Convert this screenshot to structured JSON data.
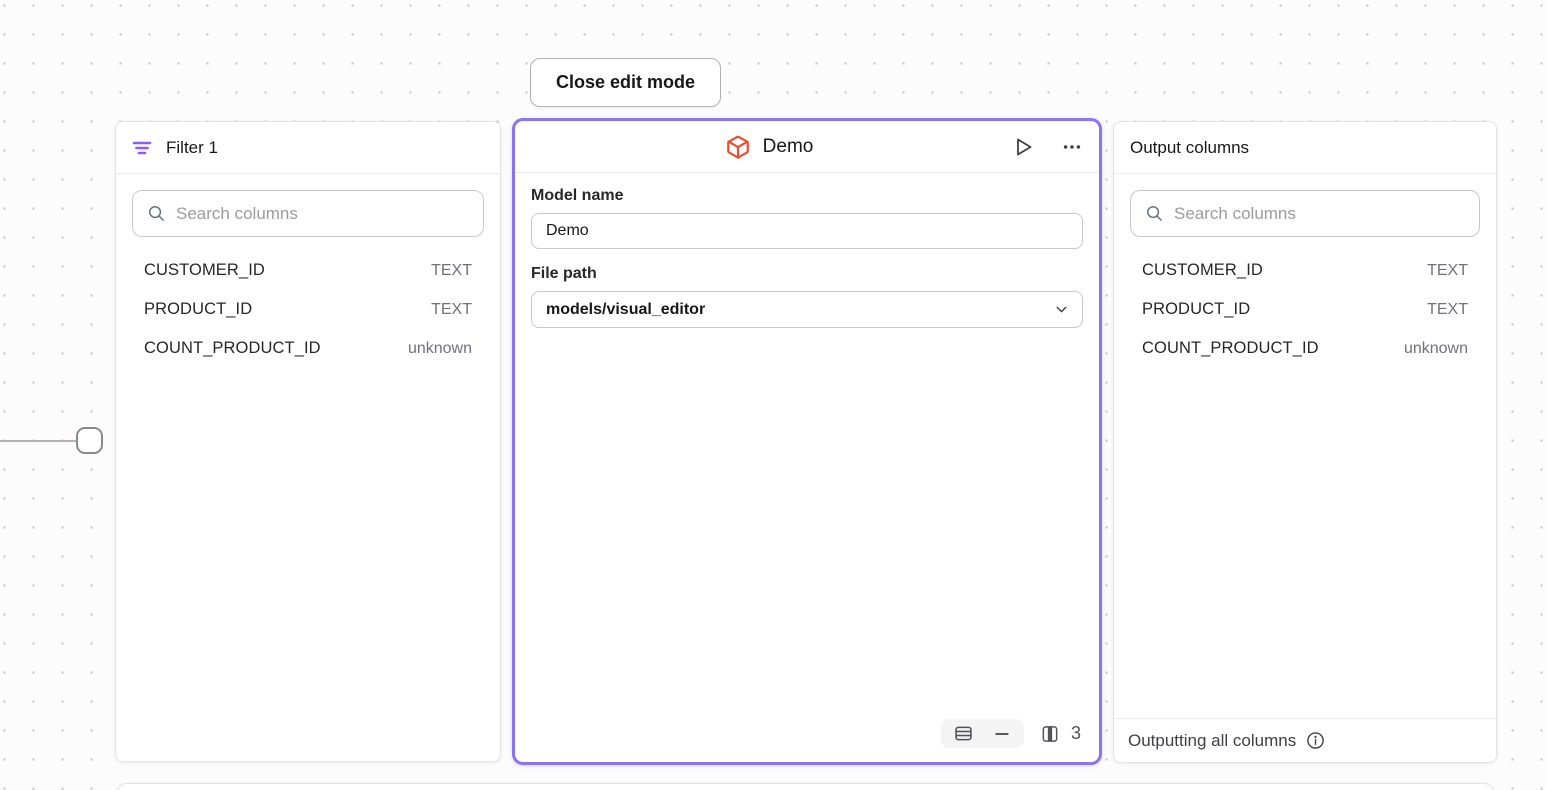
{
  "edit_bar": {
    "close_button_label": "Close edit mode"
  },
  "filter_panel": {
    "title": "Filter 1",
    "search_placeholder": "Search columns",
    "columns": [
      {
        "name": "CUSTOMER_ID",
        "type": "TEXT"
      },
      {
        "name": "PRODUCT_ID",
        "type": "TEXT"
      },
      {
        "name": "COUNT_PRODUCT_ID",
        "type": "unknown"
      }
    ]
  },
  "model_panel": {
    "title": "Demo",
    "model_name": {
      "label": "Model name",
      "value": "Demo"
    },
    "file_path": {
      "label": "File path",
      "value": "models/visual_editor"
    },
    "footer": {
      "column_count": "3"
    }
  },
  "output_panel": {
    "title": "Output columns",
    "search_placeholder": "Search columns",
    "columns": [
      {
        "name": "CUSTOMER_ID",
        "type": "TEXT"
      },
      {
        "name": "PRODUCT_ID",
        "type": "TEXT"
      },
      {
        "name": "COUNT_PRODUCT_ID",
        "type": "unknown"
      }
    ],
    "footer_text": "Outputting all columns"
  },
  "colors": {
    "accent_purple": "#8b74f1",
    "filter_icon_purple": "#8b5cf6",
    "model_icon_orange": "#e4502e",
    "canvas_dot": "#c7c7c7"
  }
}
